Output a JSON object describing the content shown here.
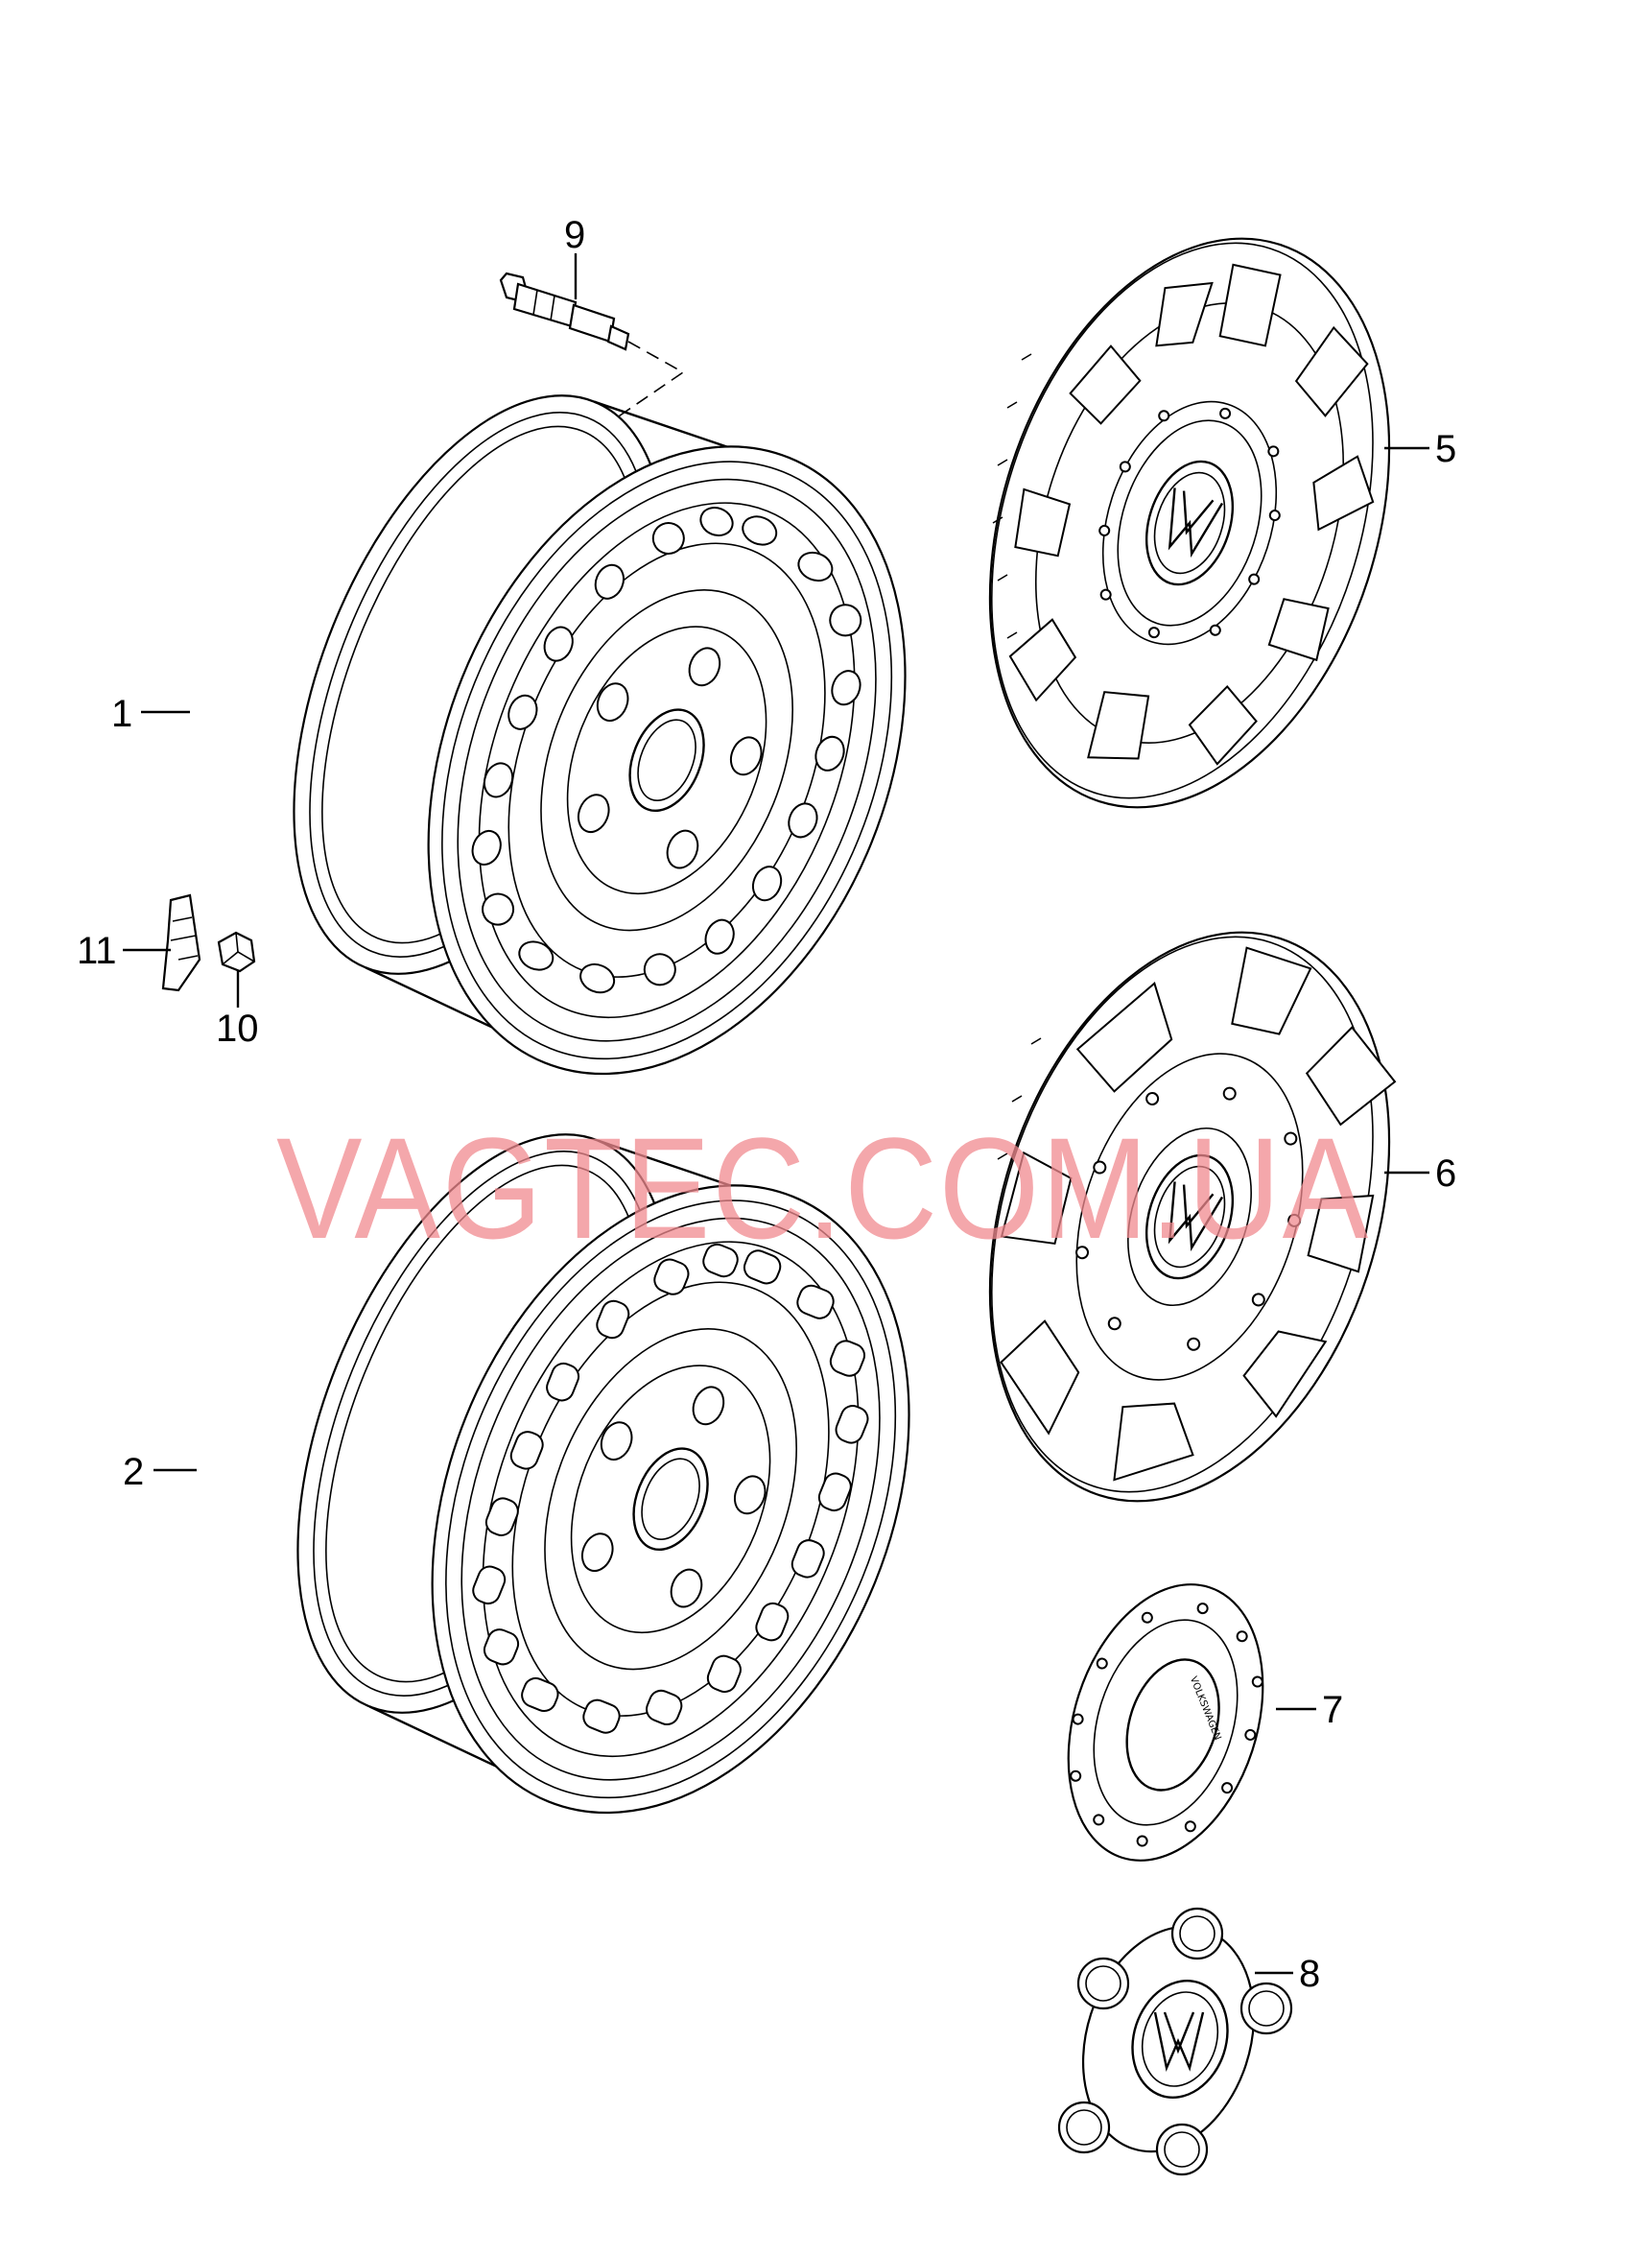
{
  "watermark": "VAGTEC.COM.UA",
  "callouts": [
    "1",
    "2",
    "5",
    "6",
    "7",
    "8",
    "9",
    "10",
    "11"
  ],
  "cap7_text": "VOLKSWAGEN",
  "icons": {
    "wheel_1": "steel-wheel-icon",
    "wheel_2": "steel-wheel-icon",
    "hubcap_5": "wheel-trim-icon",
    "hubcap_6": "wheel-trim-icon",
    "cap_7": "hub-cap-icon",
    "cap_8": "hub-cap-icon",
    "valve_9": "tire-valve-icon",
    "valve_cap_10": "valve-cap-icon",
    "sensor_11": "pressure-sensor-icon"
  },
  "colors": {
    "watermark": "#f08a8f",
    "line": "#000000"
  }
}
